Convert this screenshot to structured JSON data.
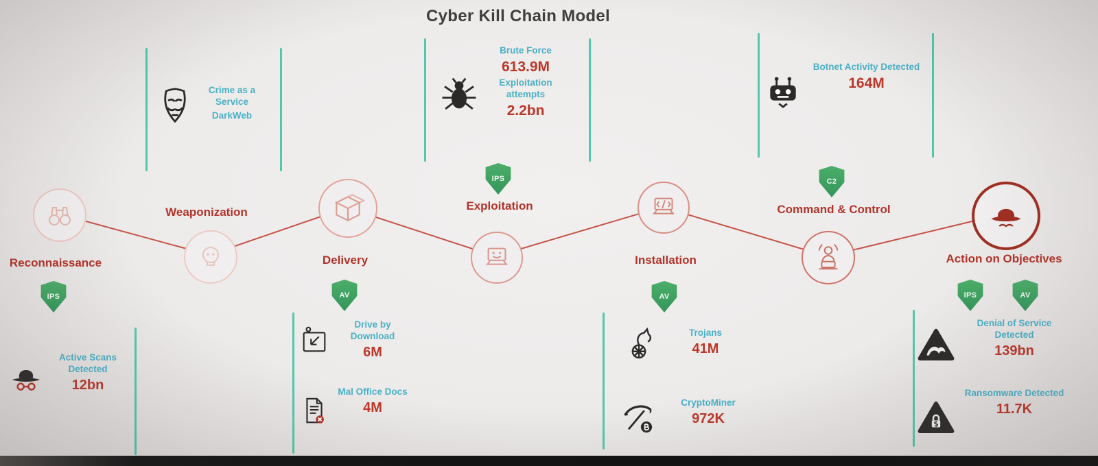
{
  "title": "Cyber Kill Chain Model",
  "stages": [
    {
      "label": "Reconnaissance",
      "shields": [
        "IPS"
      ]
    },
    {
      "label": "Weaponization",
      "shields": []
    },
    {
      "label": "Delivery",
      "shields": [
        "AV"
      ]
    },
    {
      "label": "Exploitation",
      "shields": [
        "IPS"
      ]
    },
    {
      "label": "Installation",
      "shields": [
        "AV"
      ]
    },
    {
      "label": "Command & Control",
      "shields": [
        "C2"
      ]
    },
    {
      "label": "Action on Objectives",
      "shields": [
        "IPS",
        "AV"
      ]
    }
  ],
  "top_stats": {
    "crime_service": {
      "label": "Crime as a Service",
      "sublabel": "DarkWeb"
    },
    "brute_force": {
      "label": "Brute Force",
      "value": "613.9M",
      "label2": "Exploitation attempts",
      "value2": "2.2bn"
    },
    "botnet": {
      "label": "Botnet Activity Detected",
      "value": "164M"
    }
  },
  "bottom_stats": {
    "active_scans": {
      "label": "Active Scans Detected",
      "value": "12bn"
    },
    "drive_by_download": {
      "label": "Drive by Download",
      "value": "6M"
    },
    "mal_office_docs": {
      "label": "Mal Office Docs",
      "value": "4M"
    },
    "trojans": {
      "label": "Trojans",
      "value": "41M"
    },
    "cryptominer": {
      "label": "CryptoMiner",
      "value": "972K"
    },
    "denial_of_service": {
      "label": "Denial of Service Detected",
      "value": "139bn"
    },
    "ransomware": {
      "label": "Ransomware Detected",
      "value": "11.7K"
    }
  },
  "icons": {
    "anonymous-mask-icon": "guy-fawkes-mask",
    "bug-icon": "exploit-bug",
    "robot-icon": "botnet-robot",
    "spy-hat-icon": "spy-hat-with-glasses",
    "download-icon": "drive-by-download-box",
    "malicious-doc-icon": "document-with-x-badge",
    "trojan-horse-icon": "trojan-horse-wheel",
    "pickaxe-coin-icon": "cryptominer-pickaxe-coin",
    "wave-triangle-icon": "denial-of-service-wave",
    "lock-triangle-icon": "ransomware-lock",
    "binoculars-icon": "recon-binoculars",
    "skull-icon": "weaponization-skull",
    "package-icon": "delivery-package",
    "laptop-face-icon": "exploitation-laptop",
    "laptop-code-icon": "installation-laptop",
    "operator-icon": "c2-operator",
    "fedora-icon": "attacker-fedora"
  },
  "colors": {
    "stage_label": "#b23329",
    "stat_label": "#48b0c6",
    "stat_value": "#bb372a",
    "shield_green": "#3fa160",
    "divider_teal": "#35c2a0",
    "chain_red": "#c4544a"
  }
}
